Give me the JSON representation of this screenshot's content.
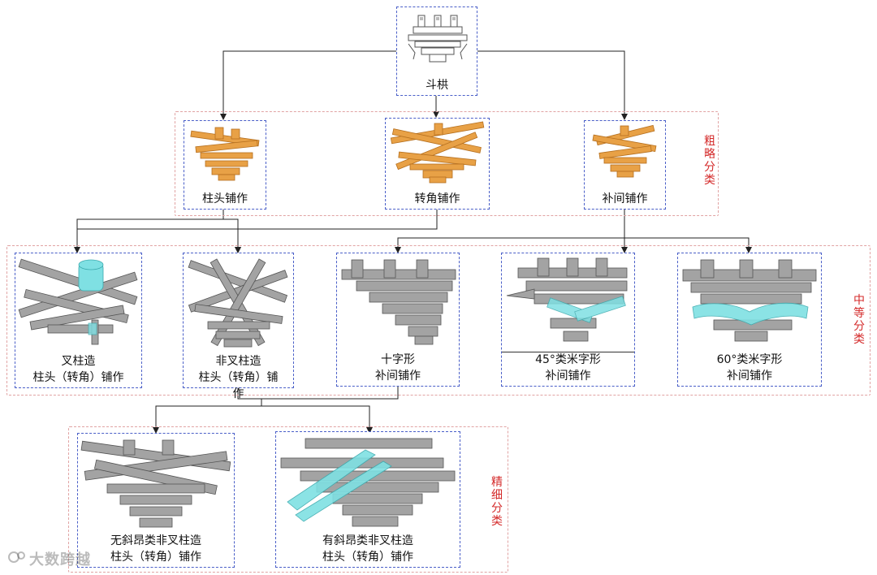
{
  "colors": {
    "node_border": "#4a5fc8",
    "group_border": "#e1a3a3",
    "group_label": "#d42a2a",
    "orange": "#e8a146",
    "gray": "#a3a3a3",
    "cyan": "#7fe0e3"
  },
  "root": {
    "label": "斗栱"
  },
  "level1": {
    "group_label": [
      "粗",
      "略",
      "分",
      "类"
    ],
    "items": [
      {
        "id": "zhutou",
        "label": "柱头铺作"
      },
      {
        "id": "zhuanjiao",
        "label": "转角铺作"
      },
      {
        "id": "bujian",
        "label": "补间铺作"
      }
    ]
  },
  "level2": {
    "group_label": [
      "中",
      "等",
      "分",
      "类"
    ],
    "items": [
      {
        "id": "chazhu",
        "lines": [
          "叉柱造",
          "柱头（转角）铺作"
        ]
      },
      {
        "id": "feichazhu",
        "lines": [
          "非叉柱造",
          "柱头（转角）铺",
          "作"
        ]
      },
      {
        "id": "shizi",
        "lines": [
          "十字形",
          "补间铺作"
        ]
      },
      {
        "id": "mi45",
        "lines": [
          "45°类米字形",
          "补间铺作"
        ]
      },
      {
        "id": "mi60",
        "lines": [
          "60°类米字形",
          "补间铺作"
        ]
      }
    ]
  },
  "level3": {
    "group_label": [
      "精",
      "细",
      "分",
      "类"
    ],
    "items": [
      {
        "id": "wuxieang",
        "lines": [
          "无斜昂类非叉柱造",
          "柱头（转角）铺作"
        ]
      },
      {
        "id": "youxieang",
        "lines": [
          "有斜昂类非叉柱造",
          "柱头（转角）铺作"
        ]
      }
    ]
  },
  "icons": {
    "root": "bracket-set-line-drawing-icon",
    "orange": "orange-bracket-model-icon",
    "gray": "gray-bracket-model-icon"
  },
  "watermark": "大数跨越"
}
